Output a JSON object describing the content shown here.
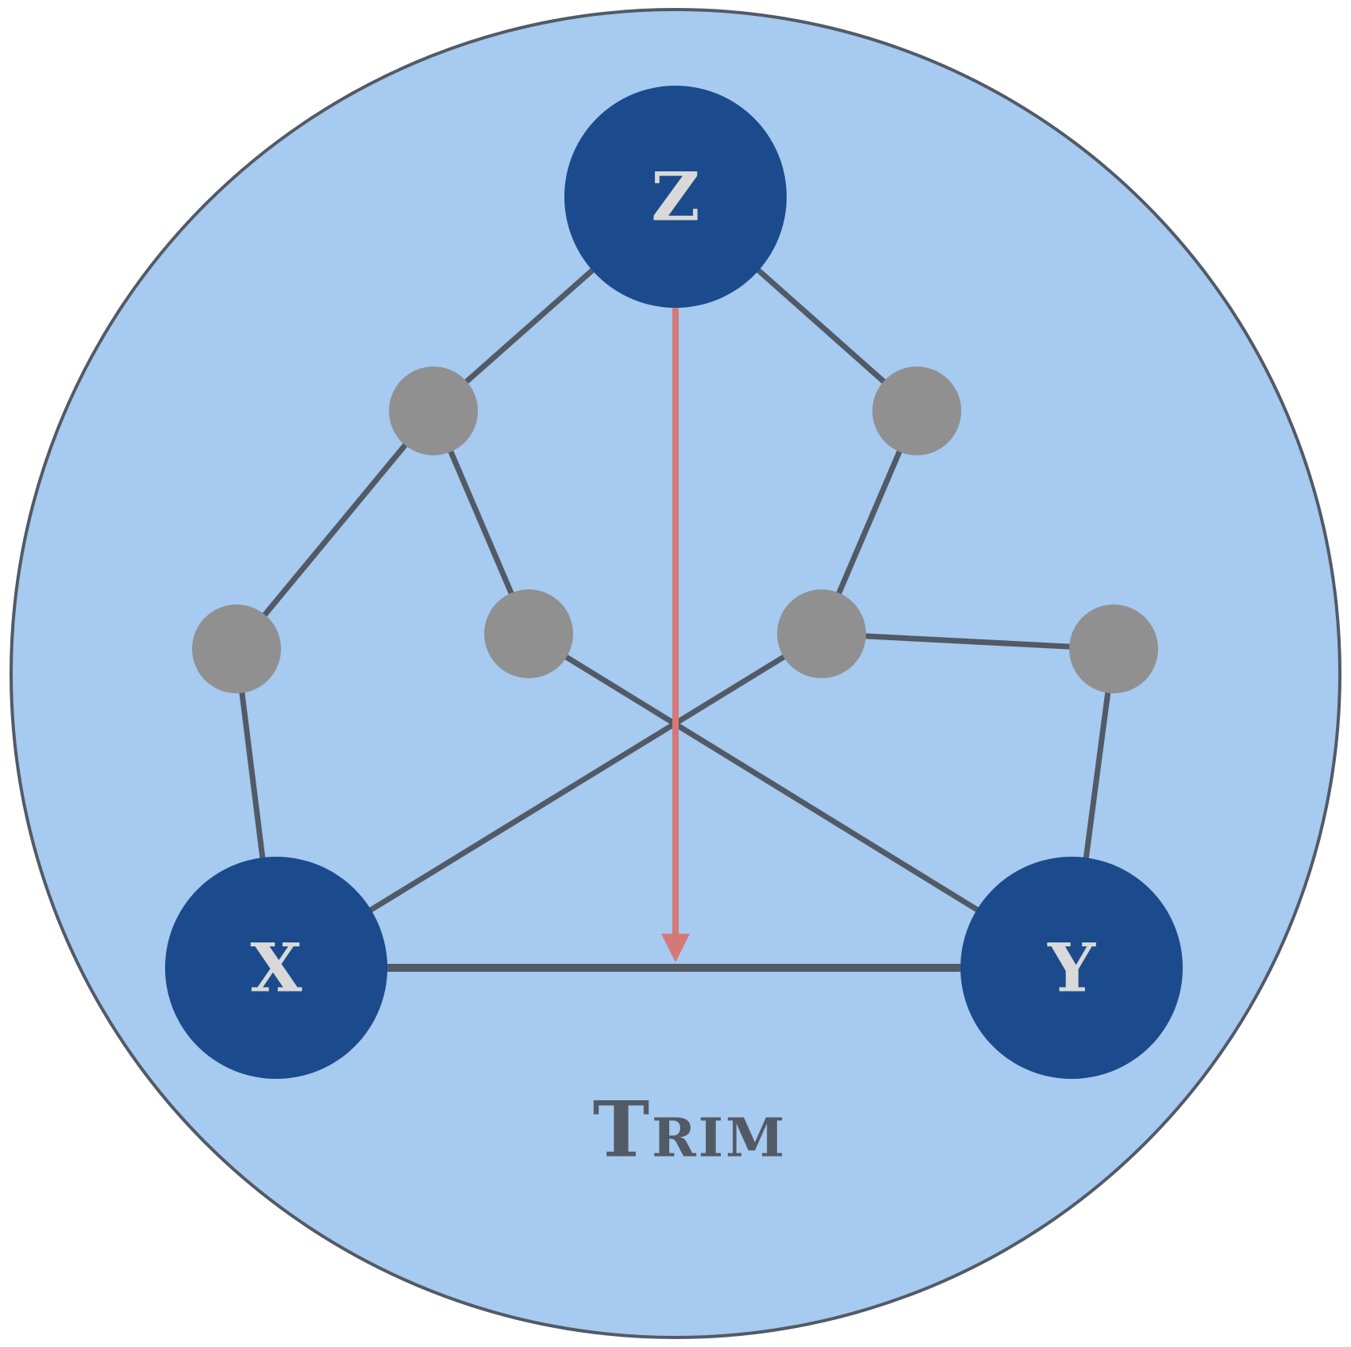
{
  "colors": {
    "background_disc": "#a6caf0",
    "outline": "#525a66",
    "edge": "#525a66",
    "key_node": "#1b4b8c",
    "minor_node": "#909090",
    "node_label": "#d9d9d9",
    "arrow": "#d47878"
  },
  "nodes": {
    "z": {
      "label": "Z"
    },
    "x": {
      "label": "X"
    },
    "y": {
      "label": "Y"
    }
  },
  "caption": "Trim"
}
